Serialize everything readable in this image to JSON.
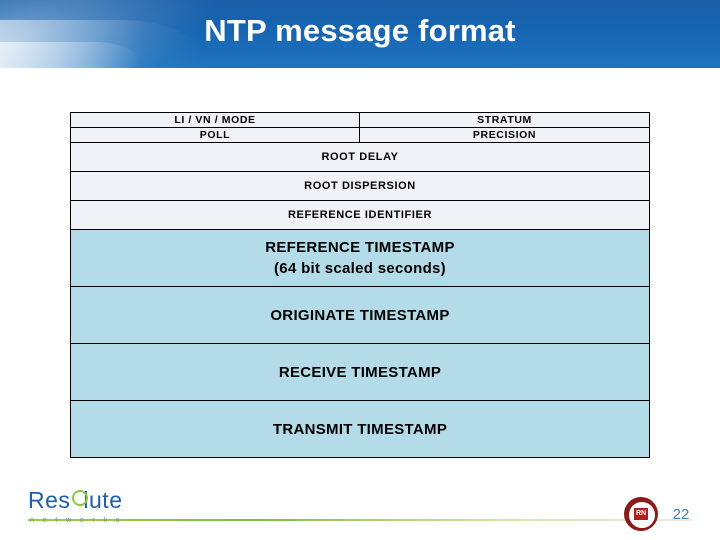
{
  "slide": {
    "title": "NTP message format",
    "page_number": "22"
  },
  "diagram": {
    "rows": [
      {
        "type": "split",
        "left": "LI / VN / MODE",
        "right": "STRATUM"
      },
      {
        "type": "split",
        "left": "POLL",
        "right": "PRECISION"
      },
      {
        "type": "full",
        "label": "ROOT DELAY"
      },
      {
        "type": "full",
        "label": "ROOT DISPERSION"
      },
      {
        "type": "full",
        "label": "REFERENCE IDENTIFIER"
      },
      {
        "type": "timestamp",
        "label": "REFERENCE TIMESTAMP",
        "sublabel": "(64 bit scaled seconds)"
      },
      {
        "type": "timestamp",
        "label": "ORIGINATE TIMESTAMP",
        "sublabel": ""
      },
      {
        "type": "timestamp",
        "label": "RECEIVE TIMESTAMP",
        "sublabel": ""
      },
      {
        "type": "timestamp",
        "label": "TRANSMIT TIMESTAMP",
        "sublabel": ""
      }
    ],
    "colors": {
      "header_fill": "#eff2f7",
      "timestamp_fill": "#b3dce8",
      "border": "#000000"
    }
  },
  "footer": {
    "logo_text_left": "Res",
    "logo_text_right": "lute",
    "logo_subtitle": "n e t w o r k s",
    "seal_text": "RN"
  },
  "theme": {
    "banner_blue": "#1664b0",
    "accent_green": "#8dc63f",
    "page_number_color": "#4a7fb5"
  }
}
